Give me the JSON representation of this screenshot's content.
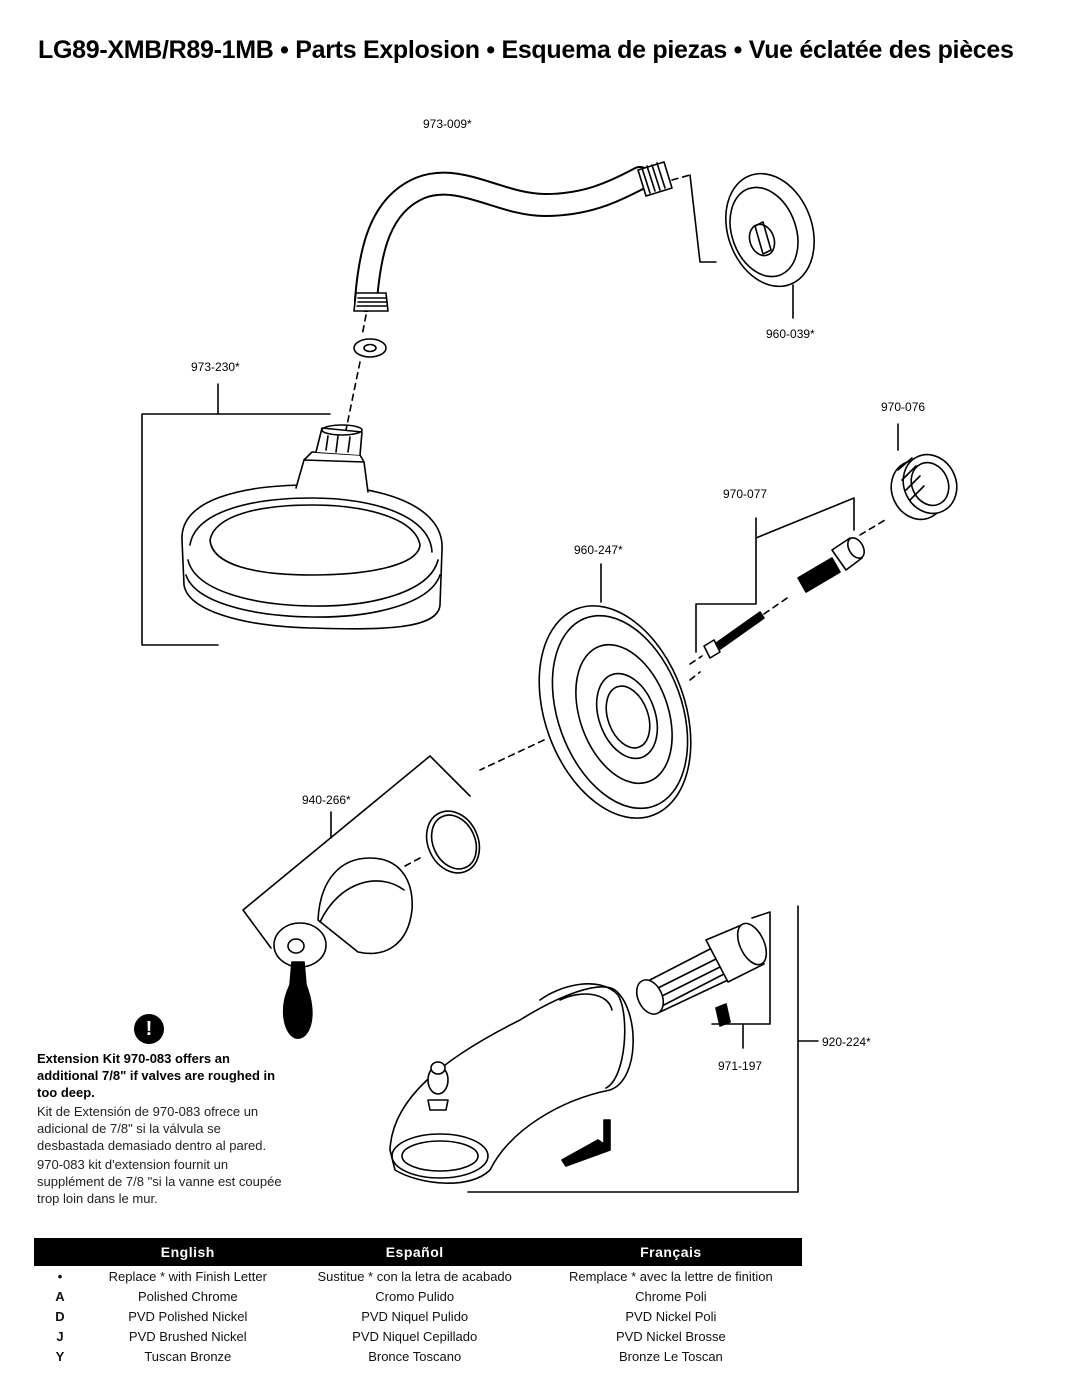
{
  "title": "LG89-XMB/R89-1MB • Parts Explosion • Esquema de piezas • Vue éclatée des pièces",
  "parts": {
    "shower_arm": "973-009*",
    "arm_flange": "960-039*",
    "shower_head": "973-230*",
    "adapter": "970-076",
    "screw_set": "970-077",
    "escutcheon": "960-247*",
    "handle": "940-266*",
    "cartridge": "971-197",
    "spout_kit": "920-224*"
  },
  "note": {
    "icon": "!",
    "english": "Extension Kit 970-083 offers an additional 7/8\" if valves are roughed in too deep.",
    "spanish": "Kit de Extensión de 970-083 ofrece un adicional de 7/8\" si la válvula se desbastada demasiado dentro al pared.",
    "french": "970-083 kit d'extension fournit un supplément de 7/8 \"si la vanne est coupée trop loin dans le mur."
  },
  "finish_table": {
    "headers": {
      "code": "",
      "english": "English",
      "spanish": "Español",
      "french": "Français"
    },
    "rows": [
      {
        "code": "•",
        "english": "Replace * with Finish Letter",
        "spanish": "Sustitue * con la letra de acabado",
        "french": "Remplace * avec la lettre de finition"
      },
      {
        "code": "A",
        "english": "Polished Chrome",
        "spanish": "Cromo Pulido",
        "french": "Chrome Poli"
      },
      {
        "code": "D",
        "english": "PVD Polished Nickel",
        "spanish": "PVD Niquel Pulido",
        "french": "PVD Nickel Poli"
      },
      {
        "code": "J",
        "english": "PVD Brushed Nickel",
        "spanish": "PVD Niquel Cepillado",
        "french": "PVD Nickel Brosse"
      },
      {
        "code": "Y",
        "english": "Tuscan Bronze",
        "spanish": "Bronce Toscano",
        "french": "Bronze Le Toscan"
      }
    ]
  }
}
